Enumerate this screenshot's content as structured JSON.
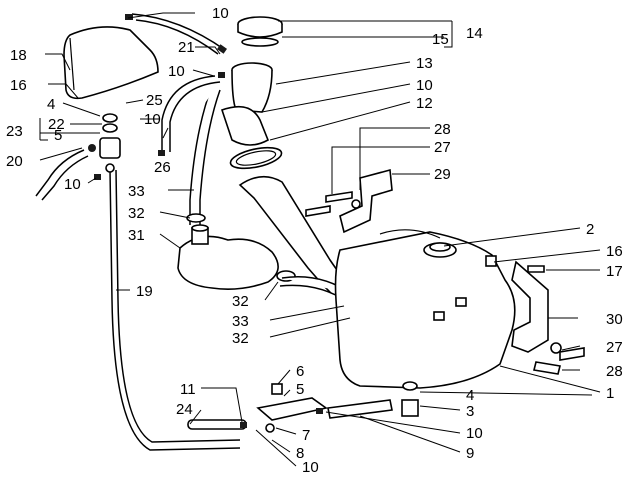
{
  "diagram": {
    "callouts": [
      {
        "id": "c10a",
        "text": "10"
      },
      {
        "id": "c14",
        "text": "14"
      },
      {
        "id": "c15",
        "text": "15"
      },
      {
        "id": "c18",
        "text": "18"
      },
      {
        "id": "c21",
        "text": "21"
      },
      {
        "id": "c10b",
        "text": "10"
      },
      {
        "id": "c13",
        "text": "13"
      },
      {
        "id": "c16a",
        "text": "16"
      },
      {
        "id": "c10c",
        "text": "10"
      },
      {
        "id": "c4a",
        "text": "4"
      },
      {
        "id": "c25",
        "text": "25"
      },
      {
        "id": "c12",
        "text": "12"
      },
      {
        "id": "c23",
        "text": "23"
      },
      {
        "id": "c22",
        "text": "22"
      },
      {
        "id": "c10d",
        "text": "10"
      },
      {
        "id": "c5a",
        "text": "5"
      },
      {
        "id": "c28a",
        "text": "28"
      },
      {
        "id": "c27a",
        "text": "27"
      },
      {
        "id": "c26",
        "text": "26"
      },
      {
        "id": "c20",
        "text": "20"
      },
      {
        "id": "c29",
        "text": "29"
      },
      {
        "id": "c10e",
        "text": "10"
      },
      {
        "id": "c33a",
        "text": "33"
      },
      {
        "id": "c32a",
        "text": "32"
      },
      {
        "id": "c2",
        "text": "2"
      },
      {
        "id": "c31",
        "text": "31"
      },
      {
        "id": "c16b",
        "text": "16"
      },
      {
        "id": "c17",
        "text": "17"
      },
      {
        "id": "c19",
        "text": "19"
      },
      {
        "id": "c32b",
        "text": "32"
      },
      {
        "id": "c30",
        "text": "30"
      },
      {
        "id": "c33b",
        "text": "33"
      },
      {
        "id": "c27b",
        "text": "27"
      },
      {
        "id": "c32c",
        "text": "32"
      },
      {
        "id": "c28b",
        "text": "28"
      },
      {
        "id": "c6",
        "text": "6"
      },
      {
        "id": "c1",
        "text": "1"
      },
      {
        "id": "c11",
        "text": "11"
      },
      {
        "id": "c5b",
        "text": "5"
      },
      {
        "id": "c4b",
        "text": "4"
      },
      {
        "id": "c24",
        "text": "24"
      },
      {
        "id": "c3",
        "text": "3"
      },
      {
        "id": "c7",
        "text": "7"
      },
      {
        "id": "c10f",
        "text": "10"
      },
      {
        "id": "c8",
        "text": "8"
      },
      {
        "id": "c9",
        "text": "9"
      },
      {
        "id": "c10g",
        "text": "10"
      }
    ]
  }
}
